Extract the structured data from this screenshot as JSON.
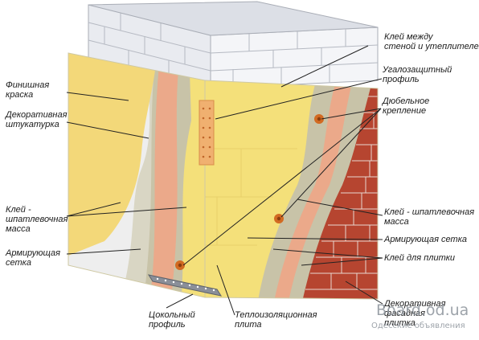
{
  "labels": {
    "glue_wall_insulation": {
      "l1": "Клей между",
      "l2": "стеной и утеплителем"
    },
    "corner_profile": {
      "l1": "Угалозащитный",
      "l2": "профиль"
    },
    "dowel": {
      "l1": "Дюбельное",
      "l2": "крепление"
    },
    "glue_putty_right": {
      "l1": "Клей - шпатлевочная",
      "l2": "масса"
    },
    "mesh_right": {
      "l1": "Армирующая сетка"
    },
    "tile_glue": {
      "l1": "Клей для плитки"
    },
    "facade_tile": {
      "l1": "Декоративная",
      "l2": "фасадная",
      "l3": "плитка"
    },
    "finish_paint": {
      "l1": "Финишная",
      "l2": "краска"
    },
    "decor_plaster": {
      "l1": "Декоративная",
      "l2": "штукатурка"
    },
    "glue_putty_left": {
      "l1": "Клей -",
      "l2": "шпатлевочная",
      "l3": "масса"
    },
    "mesh_left": {
      "l1": "Армирующая",
      "l2": "сетка"
    },
    "base_profile": {
      "l1": "Цокольный",
      "l2": "профиль"
    },
    "insulation_board": {
      "l1": "Теплоизоляционная",
      "l2": "плита"
    }
  },
  "watermark": {
    "main": "Board.od.ua",
    "sub": "Одесские объявления"
  },
  "colors": {
    "paint": "#f3d879",
    "plaster": "#eeeeee",
    "putty": "#c8c3a8",
    "mesh": "#eba98a",
    "insulation": "#f4e07a",
    "brick": "#b64530",
    "block": "#e9ebf0",
    "dowel": "#d26a22"
  }
}
